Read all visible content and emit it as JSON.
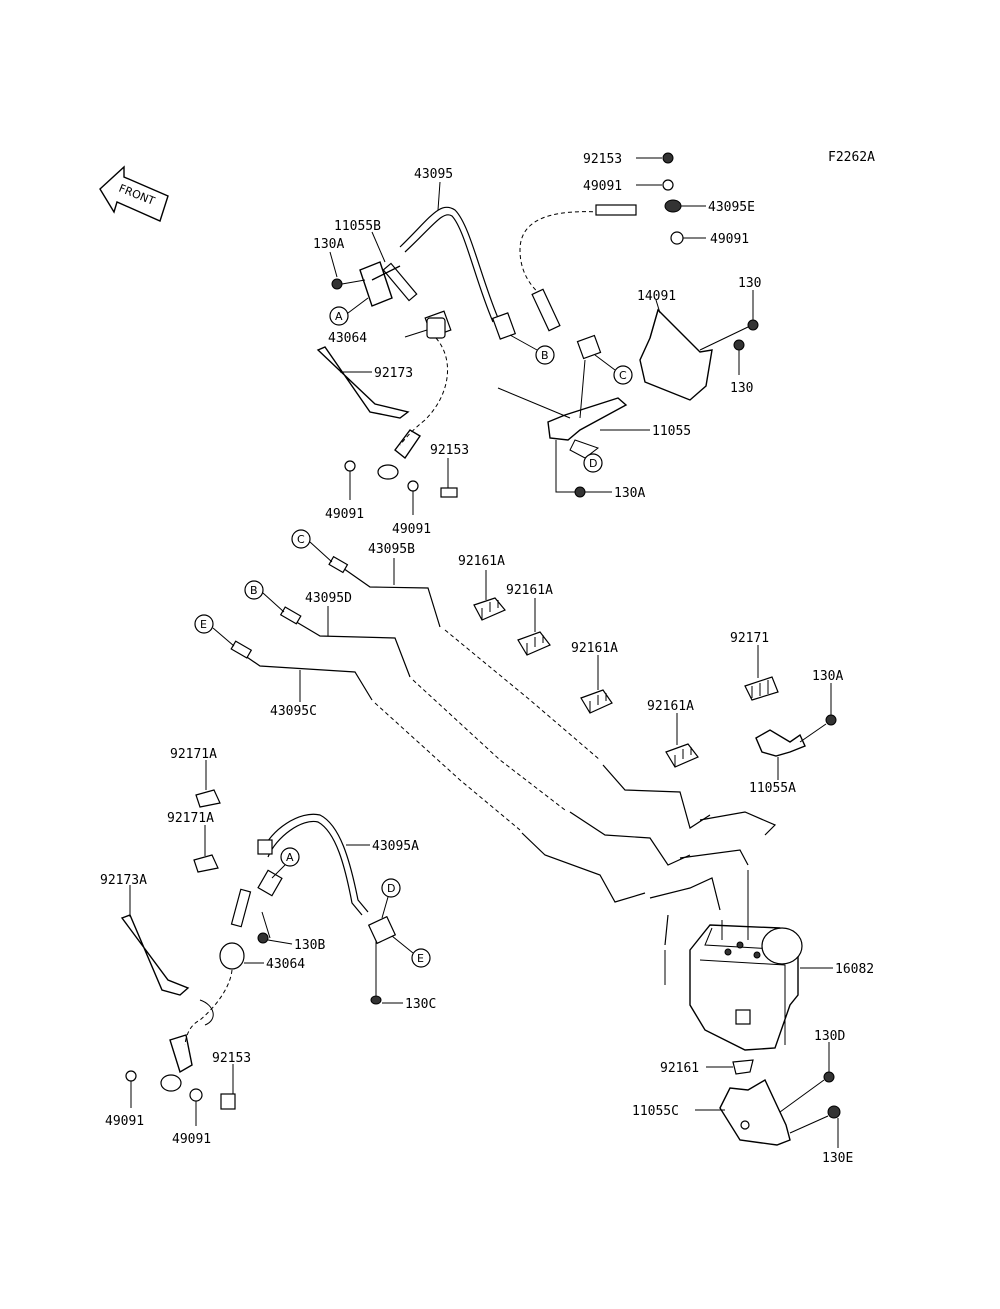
{
  "figure_code": "F2262A",
  "front_arrow": "FRONT",
  "part_labels": {
    "p92153_top": "92153",
    "p49091_top": "49091",
    "p43095e": "43095E",
    "p49091_top2": "49091",
    "p43095": "43095",
    "p11055b": "11055B",
    "p130a_tl": "130A",
    "p43064_top": "43064",
    "p92173": "92173",
    "p14091": "14091",
    "p130_top": "130",
    "p130_mid": "130",
    "p11055": "11055",
    "p130a_mid": "130A",
    "p92153_mid": "92153",
    "p49091_l": "49091",
    "p49091_r": "49091",
    "p43095b": "43095B",
    "p92161a_1": "92161A",
    "p92161a_2": "92161A",
    "p43095d": "43095D",
    "p92161a_3": "92161A",
    "p92171": "92171",
    "p130a_r": "130A",
    "p92161a_4": "92161A",
    "p43095c": "43095C",
    "p11055a": "11055A",
    "p92171a_1": "92171A",
    "p92171a_2": "92171A",
    "p43095a": "43095A",
    "p92173a": "92173A",
    "p130b": "130B",
    "p43064_bot": "43064",
    "p16082": "16082",
    "p130c": "130C",
    "p130d": "130D",
    "p92153_bot": "92153",
    "p92161": "92161",
    "p11055c": "11055C",
    "p49091_bl": "49091",
    "p49091_br": "49091",
    "p130e": "130E"
  },
  "callouts": {
    "a1": "A",
    "b1": "B",
    "c1": "C",
    "d1": "D",
    "c2": "C",
    "b2": "B",
    "e2": "E",
    "a3": "A",
    "d3": "D",
    "e3": "E"
  }
}
